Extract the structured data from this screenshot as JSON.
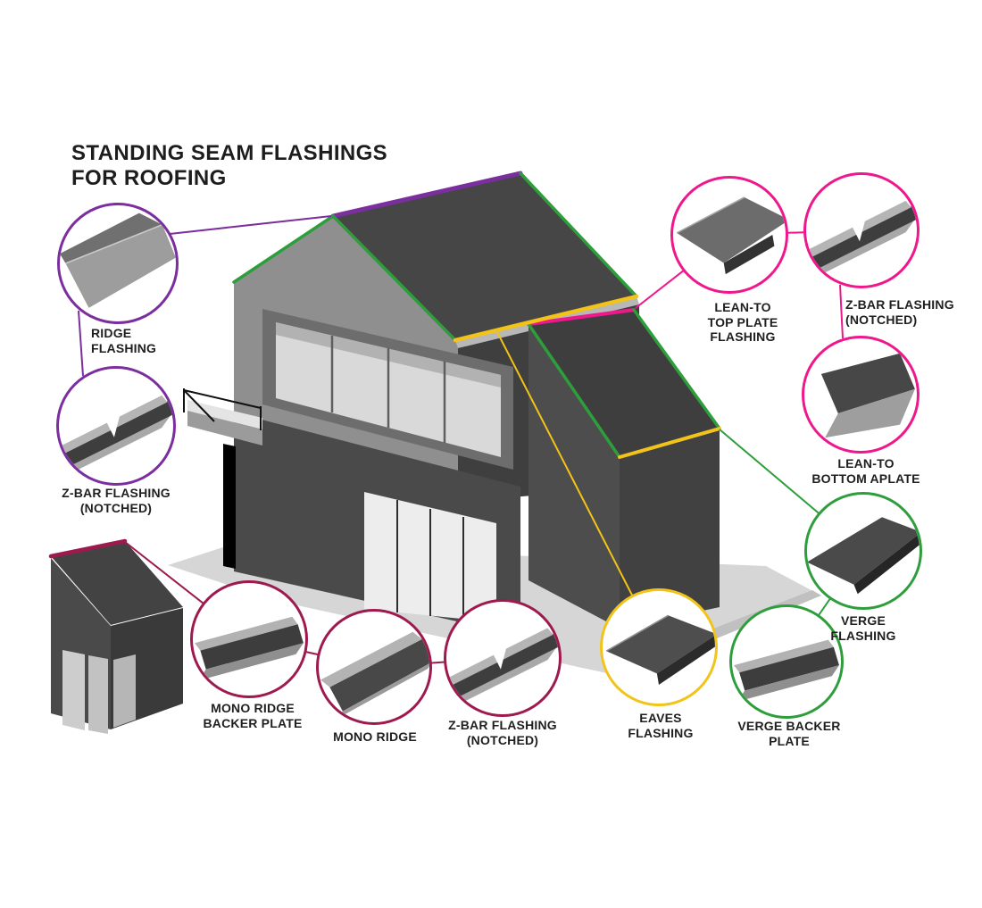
{
  "title": {
    "text": "STANDING SEAM FLASHINGS\nFOR ROOFING"
  },
  "colors": {
    "purple": "#7B2F9E",
    "pink": "#EE188C",
    "crimson": "#9E1A4E",
    "yellow": "#F2C318",
    "green": "#2E9E3C",
    "ink": "#1D1D1D",
    "roof_dark": "#464646",
    "wall_gray": "#8F8F8F",
    "wall_dark": "#4A4A4A",
    "slab_light": "#D6D6D6"
  },
  "callouts": [
    {
      "id": "ridge-flashing",
      "label": "RIDGE\nFLASHING",
      "color": "#7B2F9E"
    },
    {
      "id": "zbar-flashing-left",
      "label": "Z-BAR FLASHING\n(NOTCHED)",
      "color": "#7B2F9E"
    },
    {
      "id": "mono-ridge-backer-plate",
      "label": "MONO RIDGE\nBACKER PLATE",
      "color": "#9E1A4E"
    },
    {
      "id": "mono-ridge",
      "label": "MONO RIDGE",
      "color": "#9E1A4E"
    },
    {
      "id": "zbar-flashing-bottom",
      "label": "Z-BAR FLASHING\n(NOTCHED)",
      "color": "#9E1A4E"
    },
    {
      "id": "eaves-flashing",
      "label": "EAVES\nFLASHING",
      "color": "#F2C318"
    },
    {
      "id": "verge-backer-plate",
      "label": "VERGE BACKER\nPLATE",
      "color": "#2E9E3C"
    },
    {
      "id": "verge-flashing",
      "label": "VERGE\nFLASHING",
      "color": "#2E9E3C"
    },
    {
      "id": "lean-to-bottom-aplate",
      "label": "LEAN-TO\nBOTTOM APLATE",
      "color": "#EE188C"
    },
    {
      "id": "zbar-flashing-top-right",
      "label": "Z-BAR FLASHING\n(NOTCHED)",
      "color": "#EE188C"
    },
    {
      "id": "lean-to-top-plate-flashing",
      "label": "LEAN-TO\nTOP PLATE\nFLASHING",
      "color": "#EE188C"
    }
  ]
}
